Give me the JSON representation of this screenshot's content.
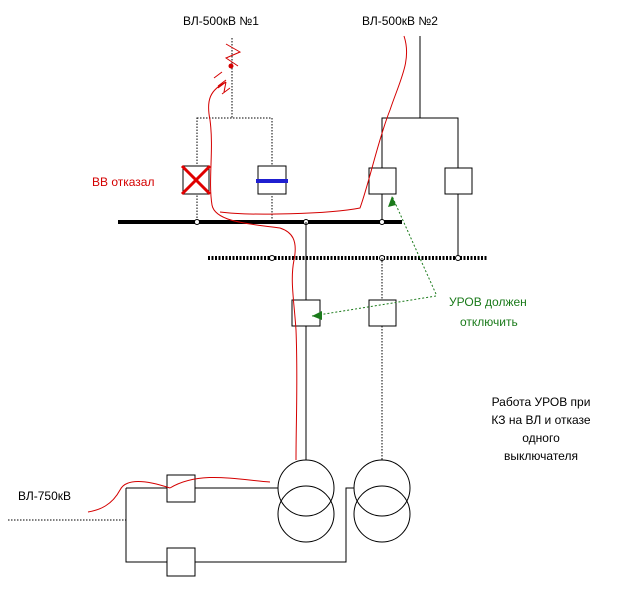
{
  "labels": {
    "line1": "ВЛ-500кВ №1",
    "line2": "ВЛ-500кВ №2",
    "breaker_failed": "ВВ отказал",
    "urov_should_1": "УРОВ должен",
    "urov_should_2": "отключить",
    "line750": "ВЛ-750кВ",
    "note_1": "Работа УРОВ при",
    "note_2": "КЗ на ВЛ и отказе",
    "note_3": "одного",
    "note_4": "выключателя"
  },
  "colors": {
    "fault_path": "#d40000",
    "urov_arrow": "#1a7a1a",
    "closed_breaker_mark": "#1f1fd0",
    "failed_breaker_cross": "#e00000"
  },
  "icons": [
    "lightning-icon",
    "failed-breaker-cross-icon",
    "autotransformer-icon"
  ]
}
